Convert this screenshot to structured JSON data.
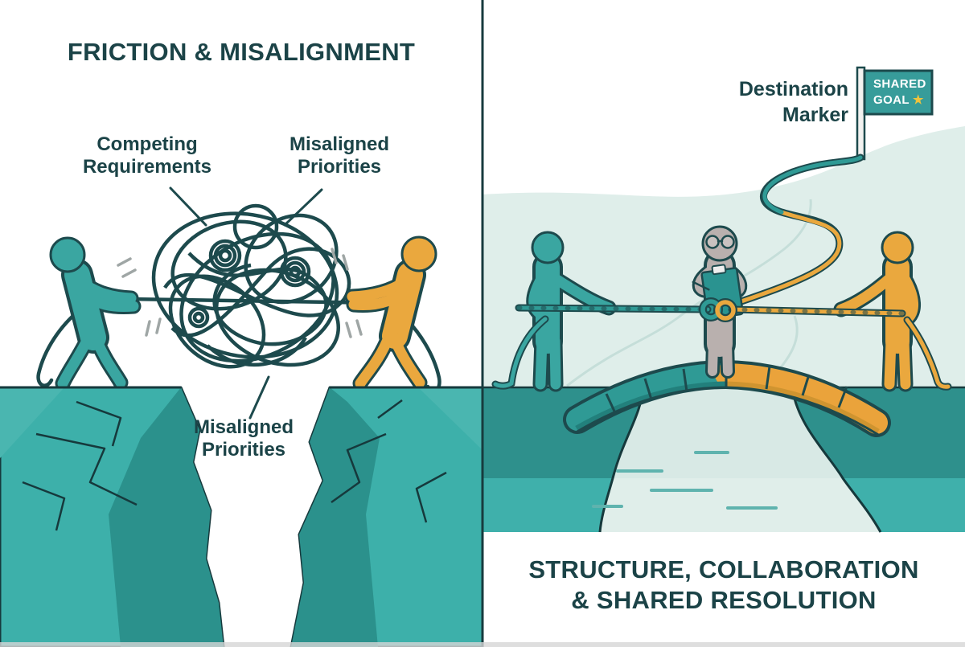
{
  "left_panel": {
    "title": "FRICTION & MISALIGNMENT",
    "labels": {
      "competing": {
        "line1": "Competing",
        "line2": "Requirements"
      },
      "misaligned_top": {
        "line1": "Misaligned",
        "line2": "Priorities"
      },
      "misaligned_bottom": {
        "line1": "Misaligned",
        "line2": "Priorities"
      }
    }
  },
  "right_panel": {
    "title": {
      "line1": "STRUCTURE, COLLABORATION",
      "line2": "& SHARED RESOLUTION"
    },
    "destination_marker": {
      "line1": "Destination",
      "line2": "Marker"
    },
    "flag": {
      "line1": "SHARED",
      "line2": "GOAL",
      "star": "★"
    }
  },
  "colors": {
    "outline": "#1d4a4d",
    "text": "#1b4347",
    "teal_figure": "#3aa6a1",
    "orange_figure": "#eaa83e",
    "gray_figure": "#b9b0ae",
    "cliff": "#3db0aa",
    "cliff_light": "#4ab6b0",
    "cliff_shadow": "#2b918c",
    "hill": "#dfeeea",
    "river": "#d8e9e5",
    "bank_dark": "#2e908c",
    "bank_light": "#3fb0ab",
    "bridge_teal": "#2f9a95",
    "bridge_orange": "#eaa33b",
    "flag_teal": "#379c9a",
    "star_gold": "#f0c33c",
    "stress_gray": "#9fa6a5",
    "clipboard_teal": "#2a9390"
  }
}
